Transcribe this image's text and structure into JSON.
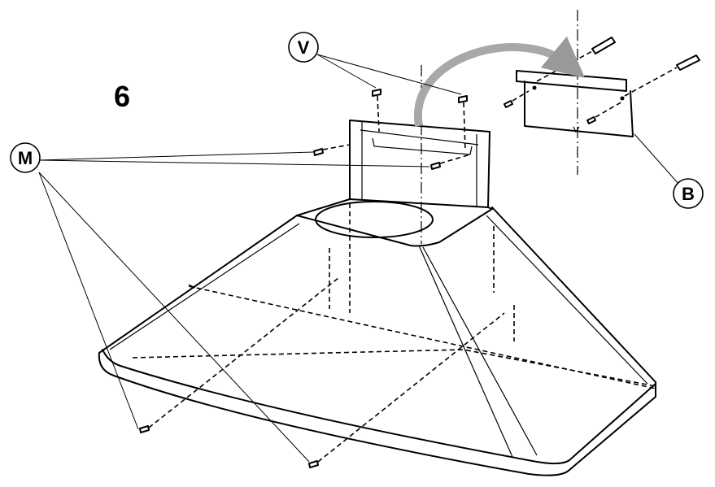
{
  "step_number": "6",
  "callouts": {
    "V": "V",
    "M": "M",
    "B": "B"
  },
  "colors": {
    "line": "#000000",
    "background": "#ffffff",
    "arrow": "#a8a8a8"
  }
}
